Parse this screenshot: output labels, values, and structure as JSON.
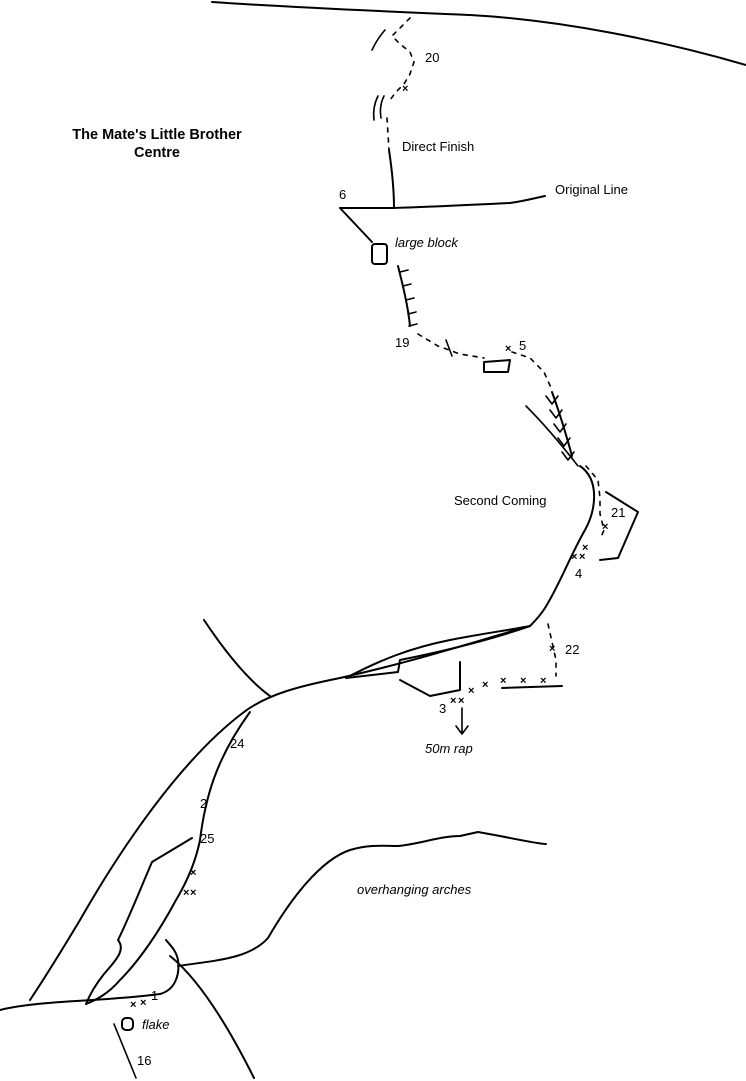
{
  "title": {
    "line1": "The Mate's Little Brother",
    "line2": "Centre"
  },
  "labels": {
    "direct_finish": "Direct Finish",
    "original_line": "Original Line",
    "large_block": "large block",
    "second_coming": "Second Coming",
    "rap": "50m rap",
    "overhanging_arches": "overhanging arches",
    "flake": "flake"
  },
  "belays": {
    "b20": "20",
    "b6": "6",
    "b19": "19",
    "b5": "5",
    "b21": "21",
    "b4": "4",
    "b22": "22",
    "b3": "3",
    "b24": "24",
    "b2": "2",
    "b25": "25",
    "b1": "1",
    "b16": "16"
  }
}
